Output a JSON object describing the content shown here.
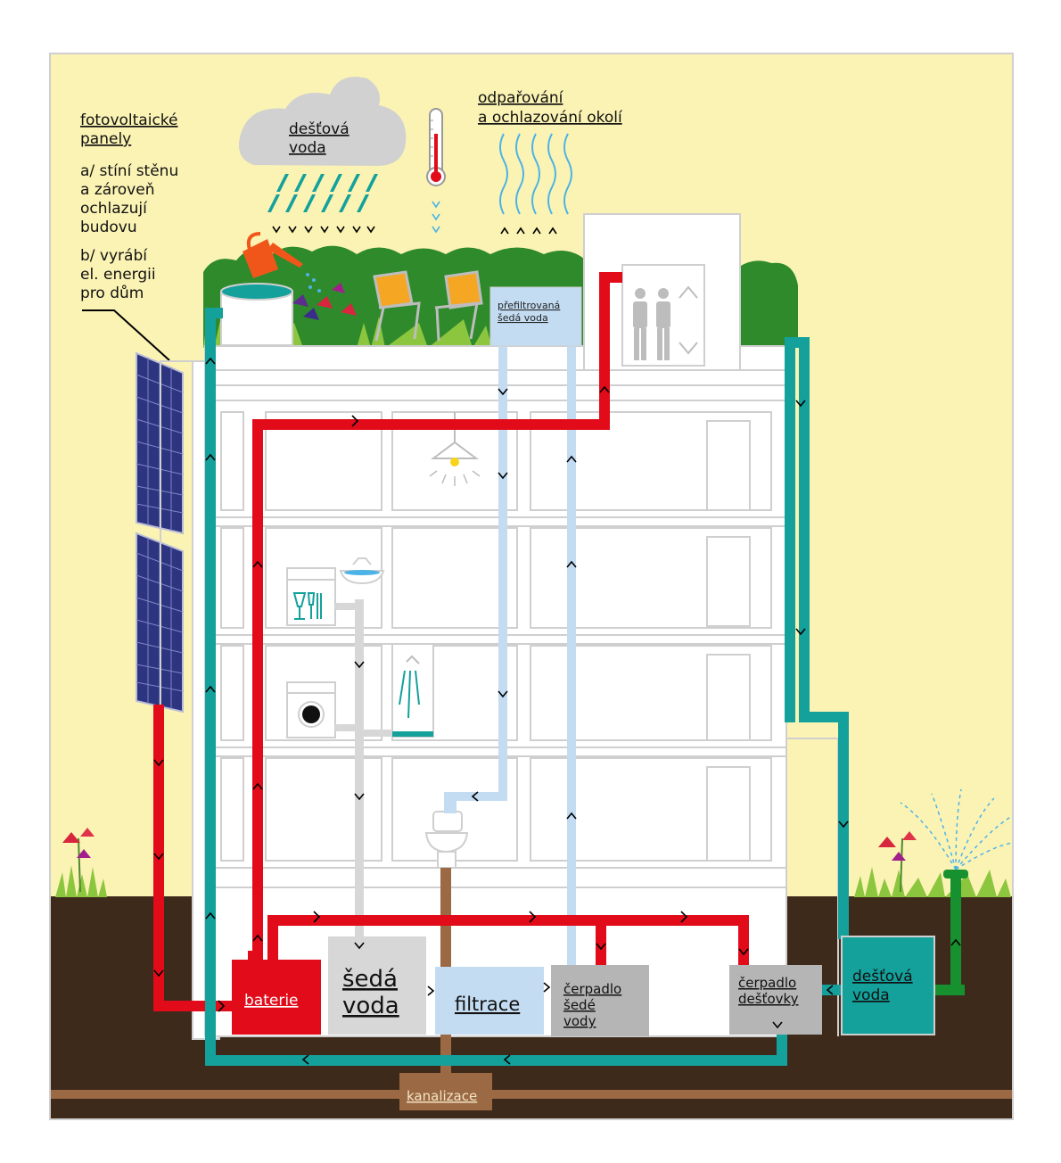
{
  "labels": {
    "pv_title_1": "fotovoltaické",
    "pv_title_2": "panely",
    "pv_a_1": "a/ stíní stěnu",
    "pv_a_2": "a zároveň",
    "pv_a_3": "ochlazují",
    "pv_a_4": "budovu",
    "pv_b_1": "b/ vyrábí",
    "pv_b_2": "el. energii",
    "pv_b_3": "pro dům",
    "rain_cloud_1": "dešťová",
    "rain_cloud_2": "voda",
    "evap_1": "odpařování",
    "evap_2": "a ochlazování okolí",
    "filtered_1": "přefiltrovaná",
    "filtered_2": "šedá voda",
    "battery": "baterie",
    "grey_water_1": "šedá",
    "grey_water_2": "voda",
    "filtration": "filtrace",
    "grey_pump_1": "čerpadlo",
    "grey_pump_2": "šedé",
    "grey_pump_3": "vody",
    "rain_pump_1": "čerpadlo",
    "rain_pump_2": "dešťovky",
    "rain_tank_1": "dešťová",
    "rain_tank_2": "voda",
    "sewer": "kanalizace"
  },
  "colors": {
    "sky": "#fbf3b4",
    "soil": "#3e2a1b",
    "electric": "#e10b1a",
    "rainwater": "#14a19c",
    "greywater": "#d7d7d7",
    "filtered": "#c3dcf2",
    "sewage": "#9b6a44",
    "pump": "#b5b5b5",
    "irrigation": "#17912f",
    "building": "#ffffff",
    "building_line": "#cfcfcf"
  }
}
